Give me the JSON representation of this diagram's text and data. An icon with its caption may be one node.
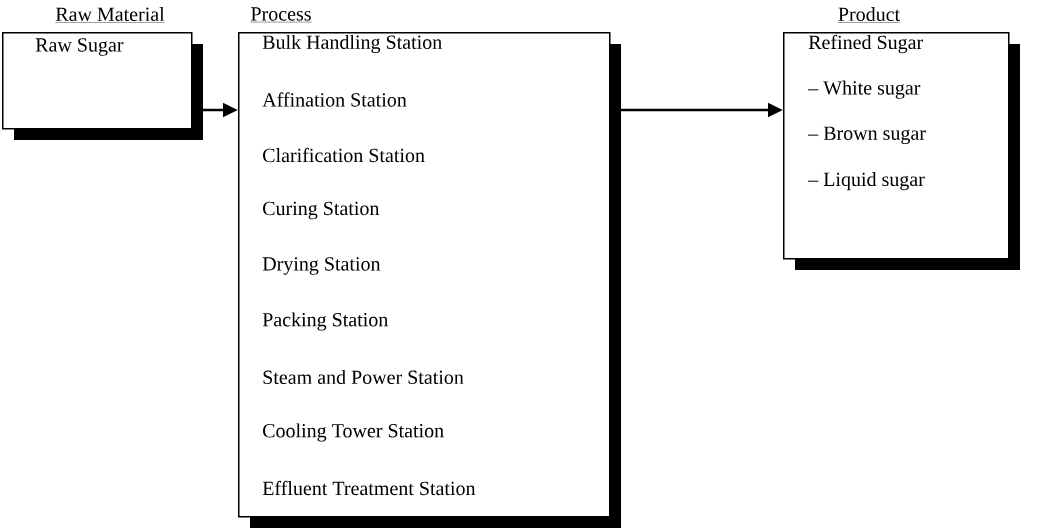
{
  "diagram": {
    "nodes": [
      {
        "text": [
          "Raw Material",
          "Raw Sugar"
        ]
      },
      {
        "text": [
          "Process",
          "Bulk Handling Station",
          "Affination Station",
          "Clarification Station",
          "Curing Station",
          "Drying Station",
          "Packing Station",
          "Steam and Power Station",
          "Cooling Tower Station",
          "Effluent Treatment Station"
        ]
      },
      {
        "text": [
          "Product",
          "Refined Sugar",
          "– White sugar",
          "– Brown sugar",
          "– Liquid sugar"
        ]
      }
    ],
    "edges": [
      {
        "from": 0,
        "to": 1,
        "arrow": "to"
      },
      {
        "from": 1,
        "to": 2,
        "arrow": "to"
      }
    ]
  }
}
